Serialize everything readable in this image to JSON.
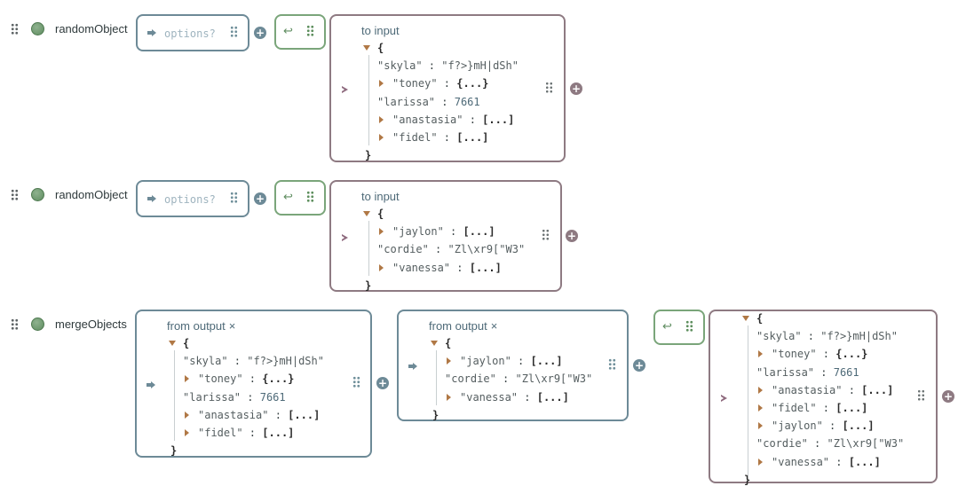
{
  "rows": [
    {
      "function_name": "randomObject",
      "options_placeholder": "options?",
      "output_header": "to input",
      "output_lines": [
        {
          "kind": "open",
          "text": "{"
        },
        {
          "kind": "kv",
          "key": "\"skyla\"",
          "sep": " : ",
          "val": "\"f?>}mH|dSh\""
        },
        {
          "kind": "collapsed",
          "key": "\"toney\"",
          "sep": " : ",
          "val": "{...}"
        },
        {
          "kind": "kv",
          "key": "\"larissa\"",
          "sep": " : ",
          "val": "7661"
        },
        {
          "kind": "collapsed",
          "key": "\"anastasia\"",
          "sep": " : ",
          "val": "[...]"
        },
        {
          "kind": "collapsed",
          "key": "\"fidel\"",
          "sep": " : ",
          "val": "[...]"
        },
        {
          "kind": "close",
          "text": "}"
        }
      ]
    },
    {
      "function_name": "randomObject",
      "options_placeholder": "options?",
      "output_header": "to input",
      "output_lines": [
        {
          "kind": "open",
          "text": "{"
        },
        {
          "kind": "collapsed",
          "key": "\"jaylon\"",
          "sep": " : ",
          "val": "[...]"
        },
        {
          "kind": "kv",
          "key": "\"cordie\"",
          "sep": " : ",
          "val": "\"Zl\\xr9[\"W3\""
        },
        {
          "kind": "collapsed",
          "key": "\"vanessa\"",
          "sep": " : ",
          "val": "[...]"
        },
        {
          "kind": "close",
          "text": "}"
        }
      ]
    },
    {
      "function_name": "mergeObjects",
      "input1_header": "from output",
      "input1_lines": [
        {
          "kind": "open",
          "text": "{"
        },
        {
          "kind": "kv",
          "key": "\"skyla\"",
          "sep": " : ",
          "val": "\"f?>}mH|dSh\""
        },
        {
          "kind": "collapsed",
          "key": "\"toney\"",
          "sep": " : ",
          "val": "{...}"
        },
        {
          "kind": "kv",
          "key": "\"larissa\"",
          "sep": " : ",
          "val": "7661"
        },
        {
          "kind": "collapsed",
          "key": "\"anastasia\"",
          "sep": " : ",
          "val": "[...]"
        },
        {
          "kind": "collapsed",
          "key": "\"fidel\"",
          "sep": " : ",
          "val": "[...]"
        },
        {
          "kind": "close",
          "text": "}"
        }
      ],
      "input2_header": "from output",
      "input2_lines": [
        {
          "kind": "open",
          "text": "{"
        },
        {
          "kind": "collapsed",
          "key": "\"jaylon\"",
          "sep": " : ",
          "val": "[...]"
        },
        {
          "kind": "kv",
          "key": "\"cordie\"",
          "sep": " : ",
          "val": "\"Zl\\xr9[\"W3\""
        },
        {
          "kind": "collapsed",
          "key": "\"vanessa\"",
          "sep": " : ",
          "val": "[...]"
        },
        {
          "kind": "close",
          "text": "}"
        }
      ],
      "output_lines": [
        {
          "kind": "open",
          "text": "{"
        },
        {
          "kind": "kv",
          "key": "\"skyla\"",
          "sep": " : ",
          "val": "\"f?>}mH|dSh\""
        },
        {
          "kind": "collapsed",
          "key": "\"toney\"",
          "sep": " : ",
          "val": "{...}"
        },
        {
          "kind": "kv",
          "key": "\"larissa\"",
          "sep": " : ",
          "val": "7661"
        },
        {
          "kind": "collapsed",
          "key": "\"anastasia\"",
          "sep": " : ",
          "val": "[...]"
        },
        {
          "kind": "collapsed",
          "key": "\"fidel\"",
          "sep": " : ",
          "val": "[...]"
        },
        {
          "kind": "collapsed",
          "key": "\"jaylon\"",
          "sep": " : ",
          "val": "[...]"
        },
        {
          "kind": "kv",
          "key": "\"cordie\"",
          "sep": " : ",
          "val": "\"Zl\\xr9[\"W3\""
        },
        {
          "kind": "collapsed",
          "key": "\"vanessa\"",
          "sep": " : ",
          "val": "[...]"
        },
        {
          "kind": "close",
          "text": "}"
        }
      ]
    }
  ],
  "icons": {
    "drag": "drag-handle-icon",
    "status": "status-dot-icon",
    "input_arrow": "arrow-right-icon",
    "return": "return-icon",
    "add": "plus-circle-icon",
    "chevron": "chevron-right-icon",
    "close": "close-icon"
  },
  "close_glyph": "×",
  "return_glyph": "↩",
  "plus_glyph": "+",
  "colors": {
    "input_border": "#6d8a97",
    "return_border": "#7aa57a",
    "output_border": "#8e7a82",
    "collapse_triangle": "#b07845",
    "status_dot": "#5f8d60"
  }
}
